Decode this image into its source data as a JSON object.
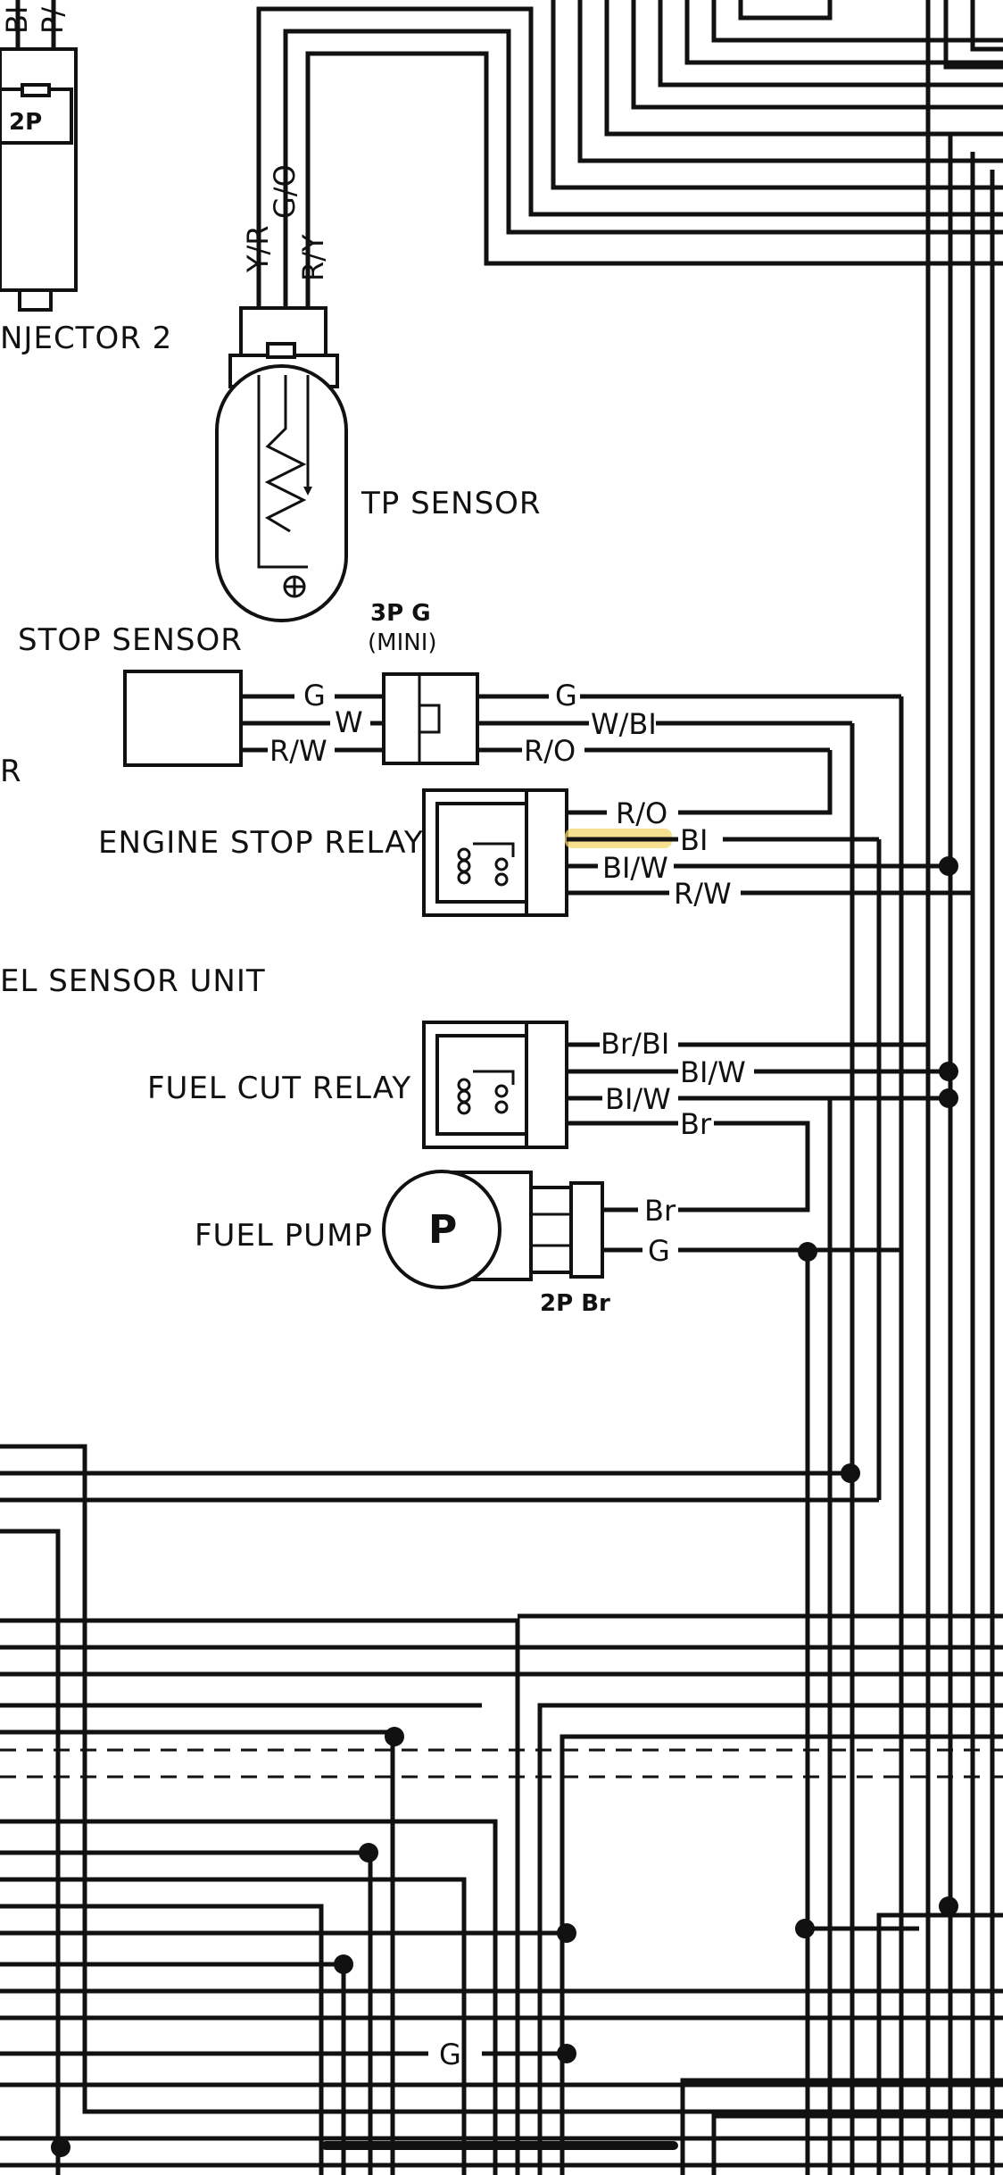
{
  "diagram": {
    "components": {
      "injector2_label": "NJECTOR 2",
      "injector2_connector": "2P",
      "injector2_top_wires": [
        "BI",
        "P/"
      ],
      "tp_sensor_label": "TP SENSOR",
      "stop_sensor_label": "STOP SENSOR",
      "edge_r_label": "R",
      "connector_3p_label": "3P G",
      "connector_3p_sub": "(MINI)",
      "engine_stop_relay_label": "ENGINE STOP RELAY",
      "fuel_sensor_unit_label": "EL SENSOR UNIT",
      "fuel_cut_relay_label": "FUEL CUT RELAY",
      "fuel_pump_label": "FUEL PUMP",
      "fuel_pump_symbol": "P",
      "fuel_pump_connector": "2P Br"
    },
    "wires": {
      "tp_y_r": "Y/R",
      "tp_g_o": "G/O",
      "tp_r_y": "R/Y",
      "stop_g_left": "G",
      "stop_w": "W",
      "stop_r_w": "R/W",
      "conn_g_right": "G",
      "conn_w_bl": "W/BI",
      "conn_r_o": "R/O",
      "esr_r_o": "R/O",
      "esr_bl": "BI",
      "esr_bl_w": "BI/W",
      "esr_r_w": "R/W",
      "fcr_br_bl": "Br/BI",
      "fcr_bl_w_outer": "BI/W",
      "fcr_bl_w": "BI/W",
      "fcr_br": "Br",
      "pump_br": "Br",
      "pump_g": "G",
      "bottom_g": "G"
    },
    "highlight_color": "#f3d46a"
  }
}
